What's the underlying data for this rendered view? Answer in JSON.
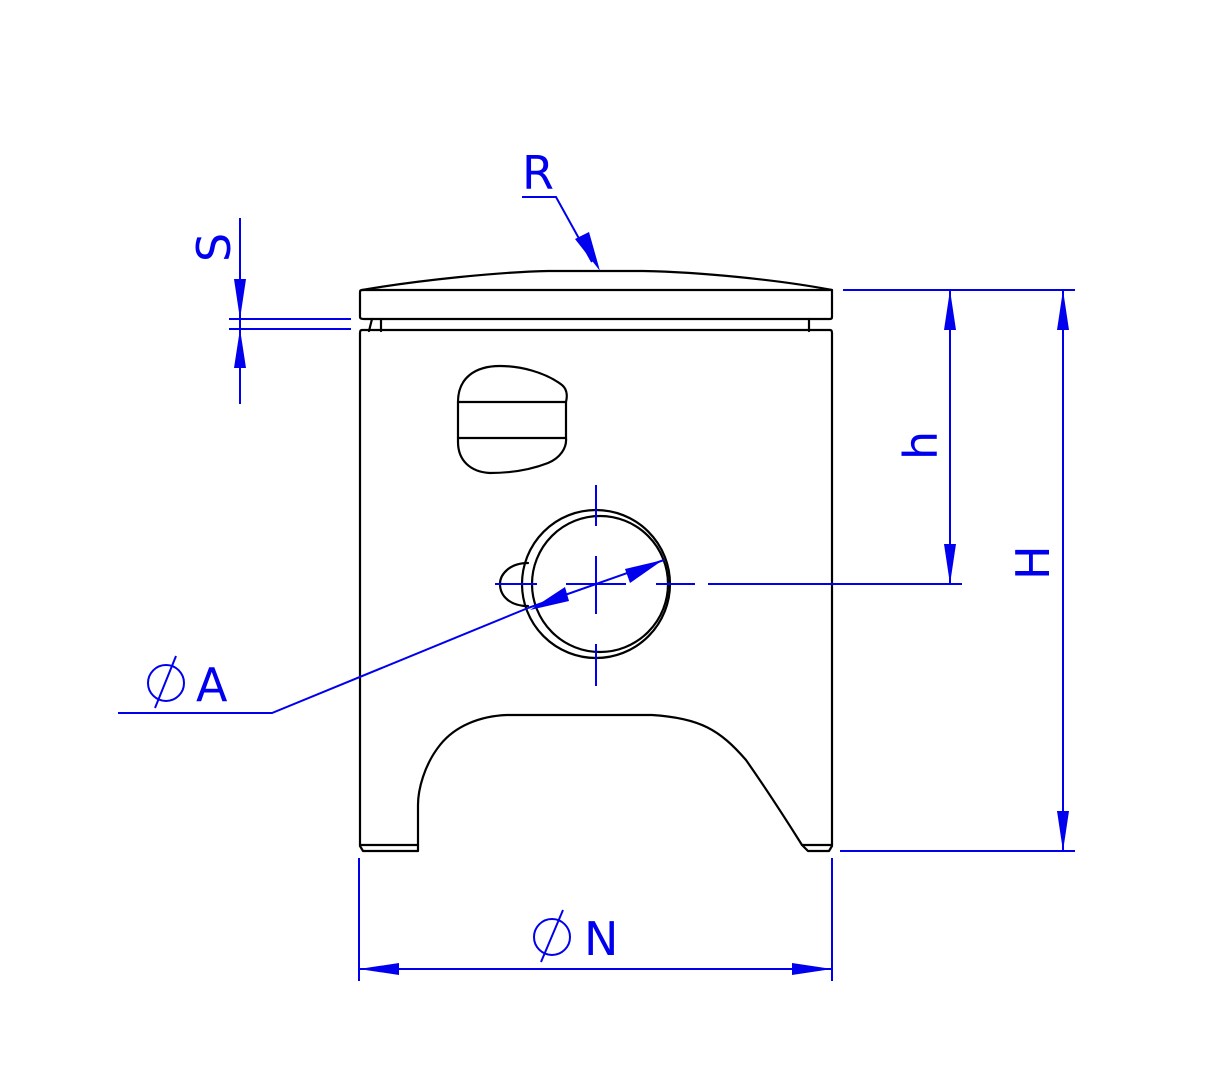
{
  "drawing": {
    "subject": "piston",
    "colors": {
      "outline": "#000000",
      "dimension": "#0000ee",
      "background": "#ffffff"
    },
    "dimensions": {
      "R": {
        "label": "R",
        "meaning": "crown radius"
      },
      "S": {
        "label": "S",
        "meaning": "ring groove width"
      },
      "h": {
        "label": "h",
        "meaning": "crown top to pin axis"
      },
      "H": {
        "label": "H",
        "meaning": "overall height"
      },
      "A": {
        "label": "A",
        "prefix_symbol": "diameter",
        "meaning": "pin bore diameter"
      },
      "N": {
        "label": "N",
        "prefix_symbol": "diameter",
        "meaning": "piston diameter"
      }
    }
  }
}
